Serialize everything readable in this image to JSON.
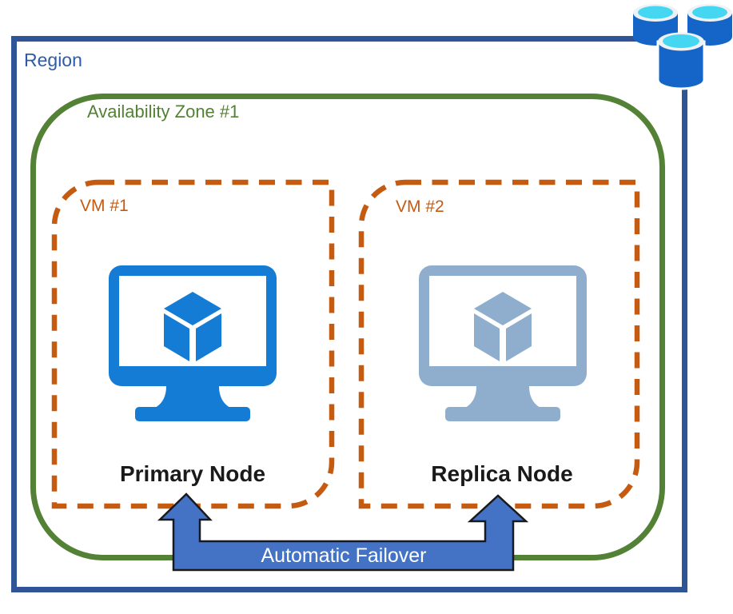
{
  "diagram": {
    "title_semantic": "Azure region availability-zone failover diagram",
    "region": {
      "label": "Region"
    },
    "availability_zone": {
      "label": "Availability Zone #1"
    },
    "vms": [
      {
        "label": "VM #1",
        "node_label": "Primary Node",
        "icon": "vm-monitor-cube-icon",
        "role": "primary"
      },
      {
        "label": "VM #2",
        "node_label": "Replica Node",
        "icon": "vm-monitor-cube-icon",
        "role": "replica"
      }
    ],
    "failover": {
      "label": "Automatic Failover",
      "shape": "double-headed-up-arrow-connector"
    },
    "database_cluster": {
      "icon": "database-cylinder-stack-icon",
      "count": 3
    }
  },
  "colors": {
    "region_border_blue": "#2F5597",
    "region_text_blue": "#2E5BA8",
    "zone_green": "#538135",
    "vm_orange": "#C55A11",
    "vm_primary_blue": "#147CD4",
    "vm_replica_blue": "#8FAECE",
    "arrow_fill_blue": "#4472C4",
    "arrow_outline_black": "#1A1A1A",
    "db_body_blue": "#1565C8",
    "db_top_cyan": "#45D7F2",
    "db_rim_white": "#EFF2F5",
    "node_text_black": "#1A1A1A",
    "failover_text_white": "#FFFFFF",
    "background_white": "#FFFFFF"
  }
}
